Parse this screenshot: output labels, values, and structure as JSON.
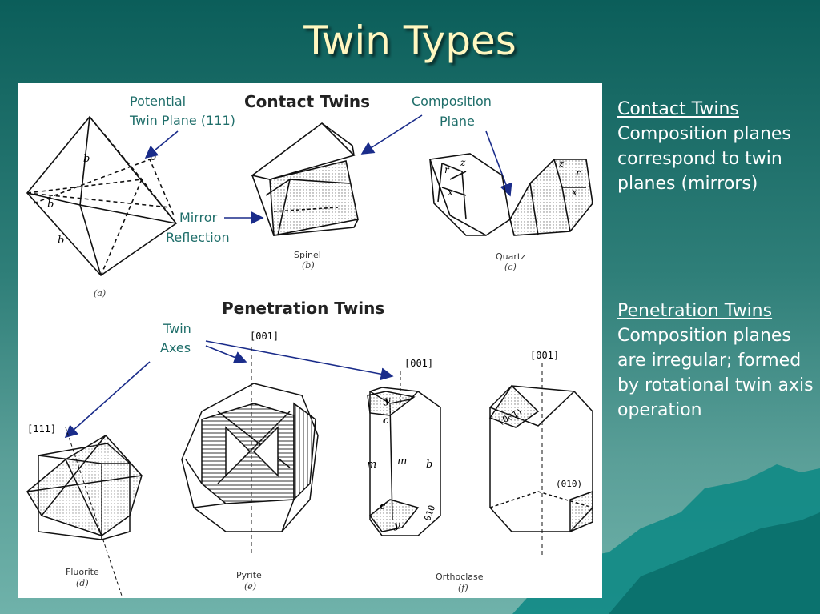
{
  "slide": {
    "title": "Twin Types"
  },
  "figure": {
    "contact_heading": "Contact Twins",
    "penetration_heading": "Penetration Twins",
    "label_potential_line1": "Potential",
    "label_potential_line2": "Twin Plane (111)",
    "label_composition_line1": "Composition",
    "label_composition_line2": "Plane",
    "label_mirror_line1": "Mirror",
    "label_mirror_line2": "Reflection",
    "label_twin_line1": "Twin",
    "label_twin_line2": "Axes",
    "caption_a": "(a)",
    "caption_spinel": "Spinel",
    "caption_b": "(b)",
    "caption_quartz": "Quartz",
    "caption_c": "(c)",
    "caption_fluorite": "Fluorite",
    "caption_d": "(d)",
    "caption_pyrite": "Pyrite",
    "caption_e": "(e)",
    "caption_orthoclase": "Orthoclase",
    "caption_f": "(f)",
    "axis_111": "[111]",
    "axis_001_pyrite": "[001]",
    "axis_001_ortho1": "[001]",
    "axis_001_ortho2": "[001]",
    "face_b1": "b",
    "face_b2": "b",
    "face_b3": "b",
    "face_b4": "b",
    "face_r1": "r",
    "face_z1": "z",
    "face_x1": "x",
    "face_z2": "z",
    "face_r2": "r",
    "face_x2": "x",
    "face_y1": "y",
    "face_c1": "c",
    "face_m1": "m",
    "face_m2": "m",
    "face_b5": "b",
    "face_c2": "c",
    "face_y2": "y",
    "face_010a": "010",
    "face_001": "(001)",
    "face_010b": "(010)"
  },
  "sidebar": {
    "contact_title": "Contact Twins",
    "contact_body": "Composition planes correspond to twin planes (mirrors)",
    "penetration_title": "Penetration Twins",
    "penetration_body": "Composition planes are irregular; formed by rotational twin axis operation"
  },
  "colors": {
    "background_top": "#0b5e5a",
    "background_bottom": "#6fb2aa",
    "title": "#fff7c0",
    "annotation": "#1f6e6a",
    "arrow": "#1a2c8a",
    "sidebar_text": "#ffffff"
  }
}
